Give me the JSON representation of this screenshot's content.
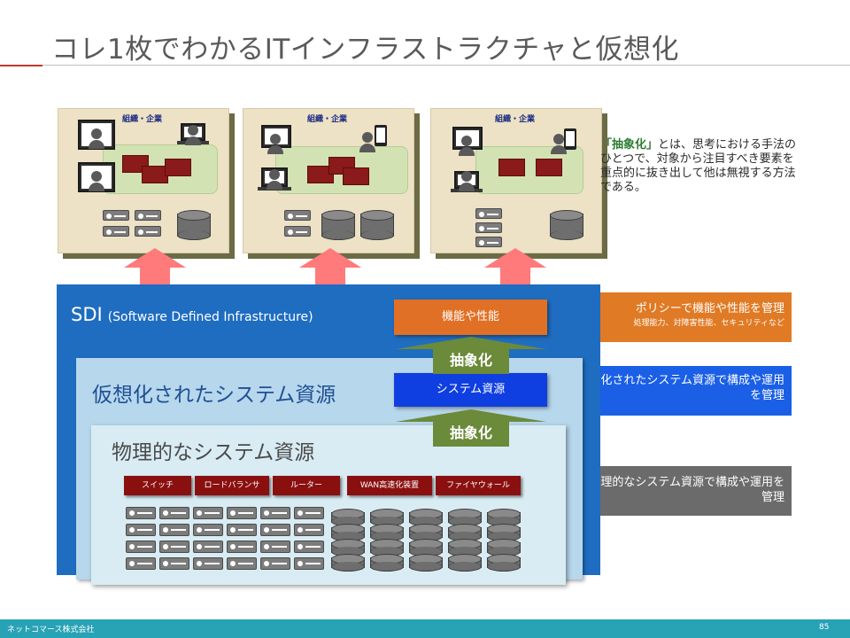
{
  "title": "コレ1枚でわかるITインフラストラクチャと仮想化",
  "org_panels": [
    {
      "label": "組織・企業"
    },
    {
      "label": "組織・企業"
    },
    {
      "label": "組織・企業"
    }
  ],
  "abstraction_note": {
    "keyword": "「抽象化」",
    "text": "とは、思考における手法のひとつで、対象から注目すべき要素を重点的に抜き出して他は無視する方法である。"
  },
  "sdi": {
    "title": "SDI",
    "subtitle": "(Software Defined Infrastructure)",
    "function_box": "機能や性能"
  },
  "virtual_layer": {
    "title": "仮想化されたシステム資源",
    "resource_box": "システム資源"
  },
  "physical_layer": {
    "title": "物理的なシステム資源",
    "devices": [
      "スイッチ",
      "ロードバランサ",
      "ルーター",
      "WAN高速化装置",
      "ファイヤウォール"
    ]
  },
  "abstraction_labels": [
    "抽象化",
    "抽象化"
  ],
  "right_notes": {
    "policy": {
      "main": "ポリシーで機能や性能を管理",
      "sub": "処理能力、対障害性能、セキュリティなど"
    },
    "virtual": "仮装化されたシステム資源で構成や運用を管理",
    "physical": "物理的なシステム資源で構成や運用を管理"
  },
  "colors": {
    "sdi_blue": "#1f6dc1",
    "orange": "#e07025",
    "resource_blue": "#0f3fe0",
    "abstraction_green": "#6b8a3a",
    "device_red": "#8a1010",
    "footer_teal": "#28a2b5"
  },
  "footer": {
    "company": "ネットコマース株式会社",
    "page": "85"
  }
}
